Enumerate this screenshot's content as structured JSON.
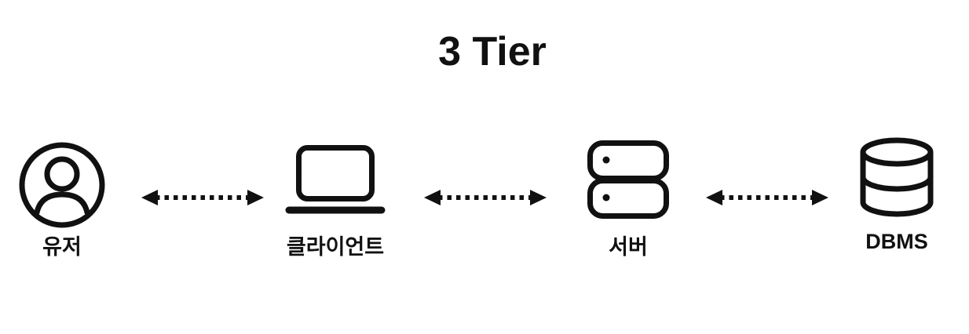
{
  "title": "3 Tier",
  "diagram": {
    "nodes": [
      {
        "id": "user",
        "label": "유저",
        "icon": "user-icon"
      },
      {
        "id": "client",
        "label": "클라이언트",
        "icon": "laptop-icon"
      },
      {
        "id": "server",
        "label": "서버",
        "icon": "server-icon"
      },
      {
        "id": "dbms",
        "label": "DBMS",
        "icon": "database-icon"
      }
    ],
    "connections": [
      {
        "from": "user",
        "to": "client",
        "style": "dotted-double-arrow"
      },
      {
        "from": "client",
        "to": "server",
        "style": "dotted-double-arrow"
      },
      {
        "from": "server",
        "to": "dbms",
        "style": "dotted-double-arrow"
      }
    ],
    "colors": {
      "stroke": "#111111",
      "background": "#ffffff"
    }
  }
}
